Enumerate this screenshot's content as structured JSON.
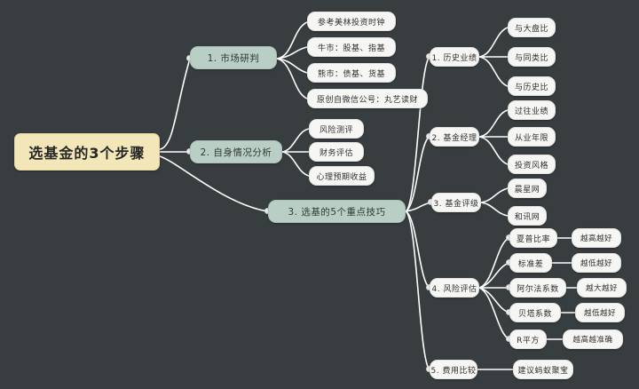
{
  "canvas": {
    "background": "#383d40",
    "root_color": "#f3e7b9",
    "level1_color": "#b9cec4",
    "node_color": "#f6f6f4",
    "edge_color": "#ffffff"
  },
  "root": {
    "label": "选基金的3个步骤"
  },
  "branches": [
    {
      "id": "market",
      "label": "1. 市场研判",
      "children": [
        {
          "label": "参考美林投资时钟"
        },
        {
          "label": "牛市：股基、指基"
        },
        {
          "label": "熊市：债基、货基"
        },
        {
          "label": "原创自微信公号：丸艺读财"
        }
      ]
    },
    {
      "id": "self",
      "label": "2. 自身情况分析",
      "children": [
        {
          "label": "风险测评"
        },
        {
          "label": "财务评估"
        },
        {
          "label": "心理预期收益"
        }
      ]
    },
    {
      "id": "skills",
      "label": "3. 选基的5个重点技巧",
      "children": [
        {
          "label": "1. 历史业绩",
          "children": [
            {
              "label": "与大盘比"
            },
            {
              "label": "与同类比"
            },
            {
              "label": "与历史比"
            }
          ]
        },
        {
          "label": "2. 基金经理",
          "children": [
            {
              "label": "过往业绩"
            },
            {
              "label": "从业年限"
            },
            {
              "label": "投资风格"
            }
          ]
        },
        {
          "label": "3. 基金评级",
          "children": [
            {
              "label": "晨星网"
            },
            {
              "label": "和讯网"
            }
          ]
        },
        {
          "label": "4. 风险评估",
          "children": [
            {
              "label": "夏普比率",
              "note": "越高越好"
            },
            {
              "label": "标准差",
              "note": "越低越好"
            },
            {
              "label": "阿尔法系数",
              "note": "越大越好"
            },
            {
              "label": "贝塔系数",
              "note": "越低越好"
            },
            {
              "label": "R平方",
              "note": "越高越准确"
            }
          ]
        },
        {
          "label": "5. 费用比较",
          "children": [
            {
              "label": "建议蚂蚁聚宝"
            }
          ]
        }
      ]
    }
  ]
}
